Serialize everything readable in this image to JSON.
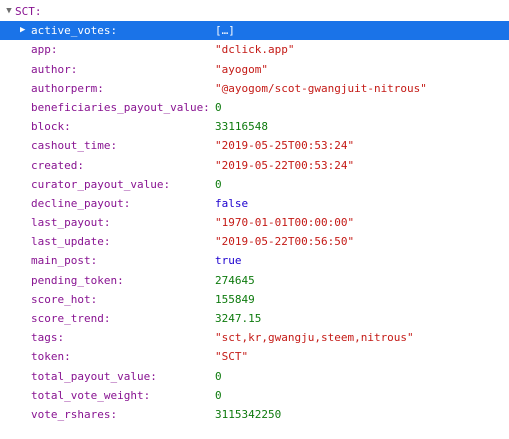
{
  "root": {
    "key": "SCT:"
  },
  "rows": [
    {
      "key": "active_votes:",
      "value": "[…]",
      "type": "object",
      "expandable": true,
      "selected": true
    },
    {
      "key": "app:",
      "value": "\"dclick.app\"",
      "type": "string"
    },
    {
      "key": "author:",
      "value": "\"ayogom\"",
      "type": "string"
    },
    {
      "key": "authorperm:",
      "value": "\"@ayogom/scot-gwangjuit-nitrous\"",
      "type": "string"
    },
    {
      "key": "beneficiaries_payout_value:",
      "value": "0",
      "type": "numgreen"
    },
    {
      "key": "block:",
      "value": "33116548",
      "type": "numgreen"
    },
    {
      "key": "cashout_time:",
      "value": "\"2019-05-25T00:53:24\"",
      "type": "string"
    },
    {
      "key": "created:",
      "value": "\"2019-05-22T00:53:24\"",
      "type": "string"
    },
    {
      "key": "curator_payout_value:",
      "value": "0",
      "type": "numgreen"
    },
    {
      "key": "decline_payout:",
      "value": "false",
      "type": "bool"
    },
    {
      "key": "last_payout:",
      "value": "\"1970-01-01T00:00:00\"",
      "type": "string"
    },
    {
      "key": "last_update:",
      "value": "\"2019-05-22T00:56:50\"",
      "type": "string"
    },
    {
      "key": "main_post:",
      "value": "true",
      "type": "bool"
    },
    {
      "key": "pending_token:",
      "value": "274645",
      "type": "numgreen"
    },
    {
      "key": "score_hot:",
      "value": "155849",
      "type": "numgreen"
    },
    {
      "key": "score_trend:",
      "value": "3247.15",
      "type": "numgreen"
    },
    {
      "key": "tags:",
      "value": "\"sct,kr,gwangju,steem,nitrous\"",
      "type": "string"
    },
    {
      "key": "token:",
      "value": "\"SCT\"",
      "type": "string"
    },
    {
      "key": "total_payout_value:",
      "value": "0",
      "type": "numgreen"
    },
    {
      "key": "total_vote_weight:",
      "value": "0",
      "type": "numgreen"
    },
    {
      "key": "vote_rshares:",
      "value": "3115342250",
      "type": "numgreen"
    }
  ],
  "colors": {
    "key": "#881391",
    "string": "#c41a16",
    "number": "#0d7a0d",
    "bool": "#1c00cf",
    "selected_bg": "#1a73e8"
  },
  "icons": {
    "collapse": "triangle-down-icon",
    "expand": "triangle-right-icon"
  }
}
